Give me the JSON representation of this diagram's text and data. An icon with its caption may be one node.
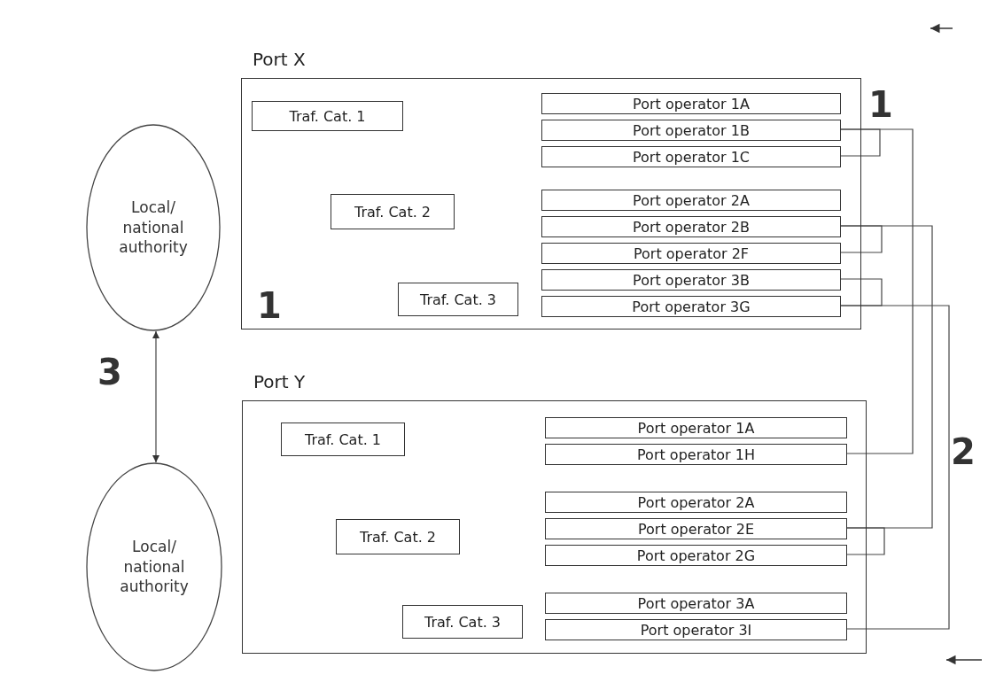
{
  "diagram": {
    "nodes": [
      {
        "text": [
          "Local/ national authority"
        ]
      },
      {
        "text": [
          "Port X"
        ]
      },
      {
        "text": [
          "Traf. Cat. 1"
        ],
        "in": 1
      },
      {
        "text": [
          "Traf. Cat. 2"
        ],
        "in": 1
      },
      {
        "text": [
          "Traf. Cat. 3"
        ],
        "in": 1
      },
      {
        "text": [
          "Port operator 1A"
        ],
        "in": 1
      },
      {
        "text": [
          "Port operator 1B"
        ],
        "in": 1
      },
      {
        "text": [
          "Port operator 1C"
        ],
        "in": 1
      },
      {
        "text": [
          "Port operator 2A"
        ],
        "in": 1
      },
      {
        "text": [
          "Port operator 2B"
        ],
        "in": 1
      },
      {
        "text": [
          "Port operator 2F"
        ],
        "in": 1
      },
      {
        "text": [
          "Port operator 3B"
        ],
        "in": 1
      },
      {
        "text": [
          "Port operator 3G"
        ],
        "in": 1
      },
      {
        "text": [
          "Local/ national authority"
        ]
      },
      {
        "text": [
          "Port Y"
        ]
      },
      {
        "text": [
          "Traf. Cat. 1"
        ],
        "in": 14
      },
      {
        "text": [
          "Traf. Cat. 2"
        ],
        "in": 14
      },
      {
        "text": [
          "Traf. Cat. 3"
        ],
        "in": 14
      },
      {
        "text": [
          "Port operator 1A"
        ],
        "in": 14
      },
      {
        "text": [
          "Port operator 1H"
        ],
        "in": 14
      },
      {
        "text": [
          "Port operator 2A"
        ],
        "in": 14
      },
      {
        "text": [
          "Port operator 2E"
        ],
        "in": 14
      },
      {
        "text": [
          "Port operator 2G"
        ],
        "in": 14
      },
      {
        "text": [
          "Port operator 3A"
        ],
        "in": 14
      },
      {
        "text": [
          "Port operator 3I"
        ],
        "in": 14
      }
    ],
    "edges": [
      {
        "from": 0,
        "to": 13,
        "arrow": "both"
      },
      {
        "from": 6,
        "to": 7,
        "arrow": "none"
      },
      {
        "from": 9,
        "to": 10,
        "arrow": "none"
      },
      {
        "from": 11,
        "to": 12,
        "arrow": "none"
      },
      {
        "from": 21,
        "to": 22,
        "arrow": "none"
      },
      {
        "from": 6,
        "to": 19,
        "arrow": "none"
      },
      {
        "from": 9,
        "to": 21,
        "arrow": "none"
      },
      {
        "from": 12,
        "to": 24,
        "arrow": "none"
      }
    ],
    "labels": [
      "1",
      "1",
      "3",
      "2"
    ]
  }
}
